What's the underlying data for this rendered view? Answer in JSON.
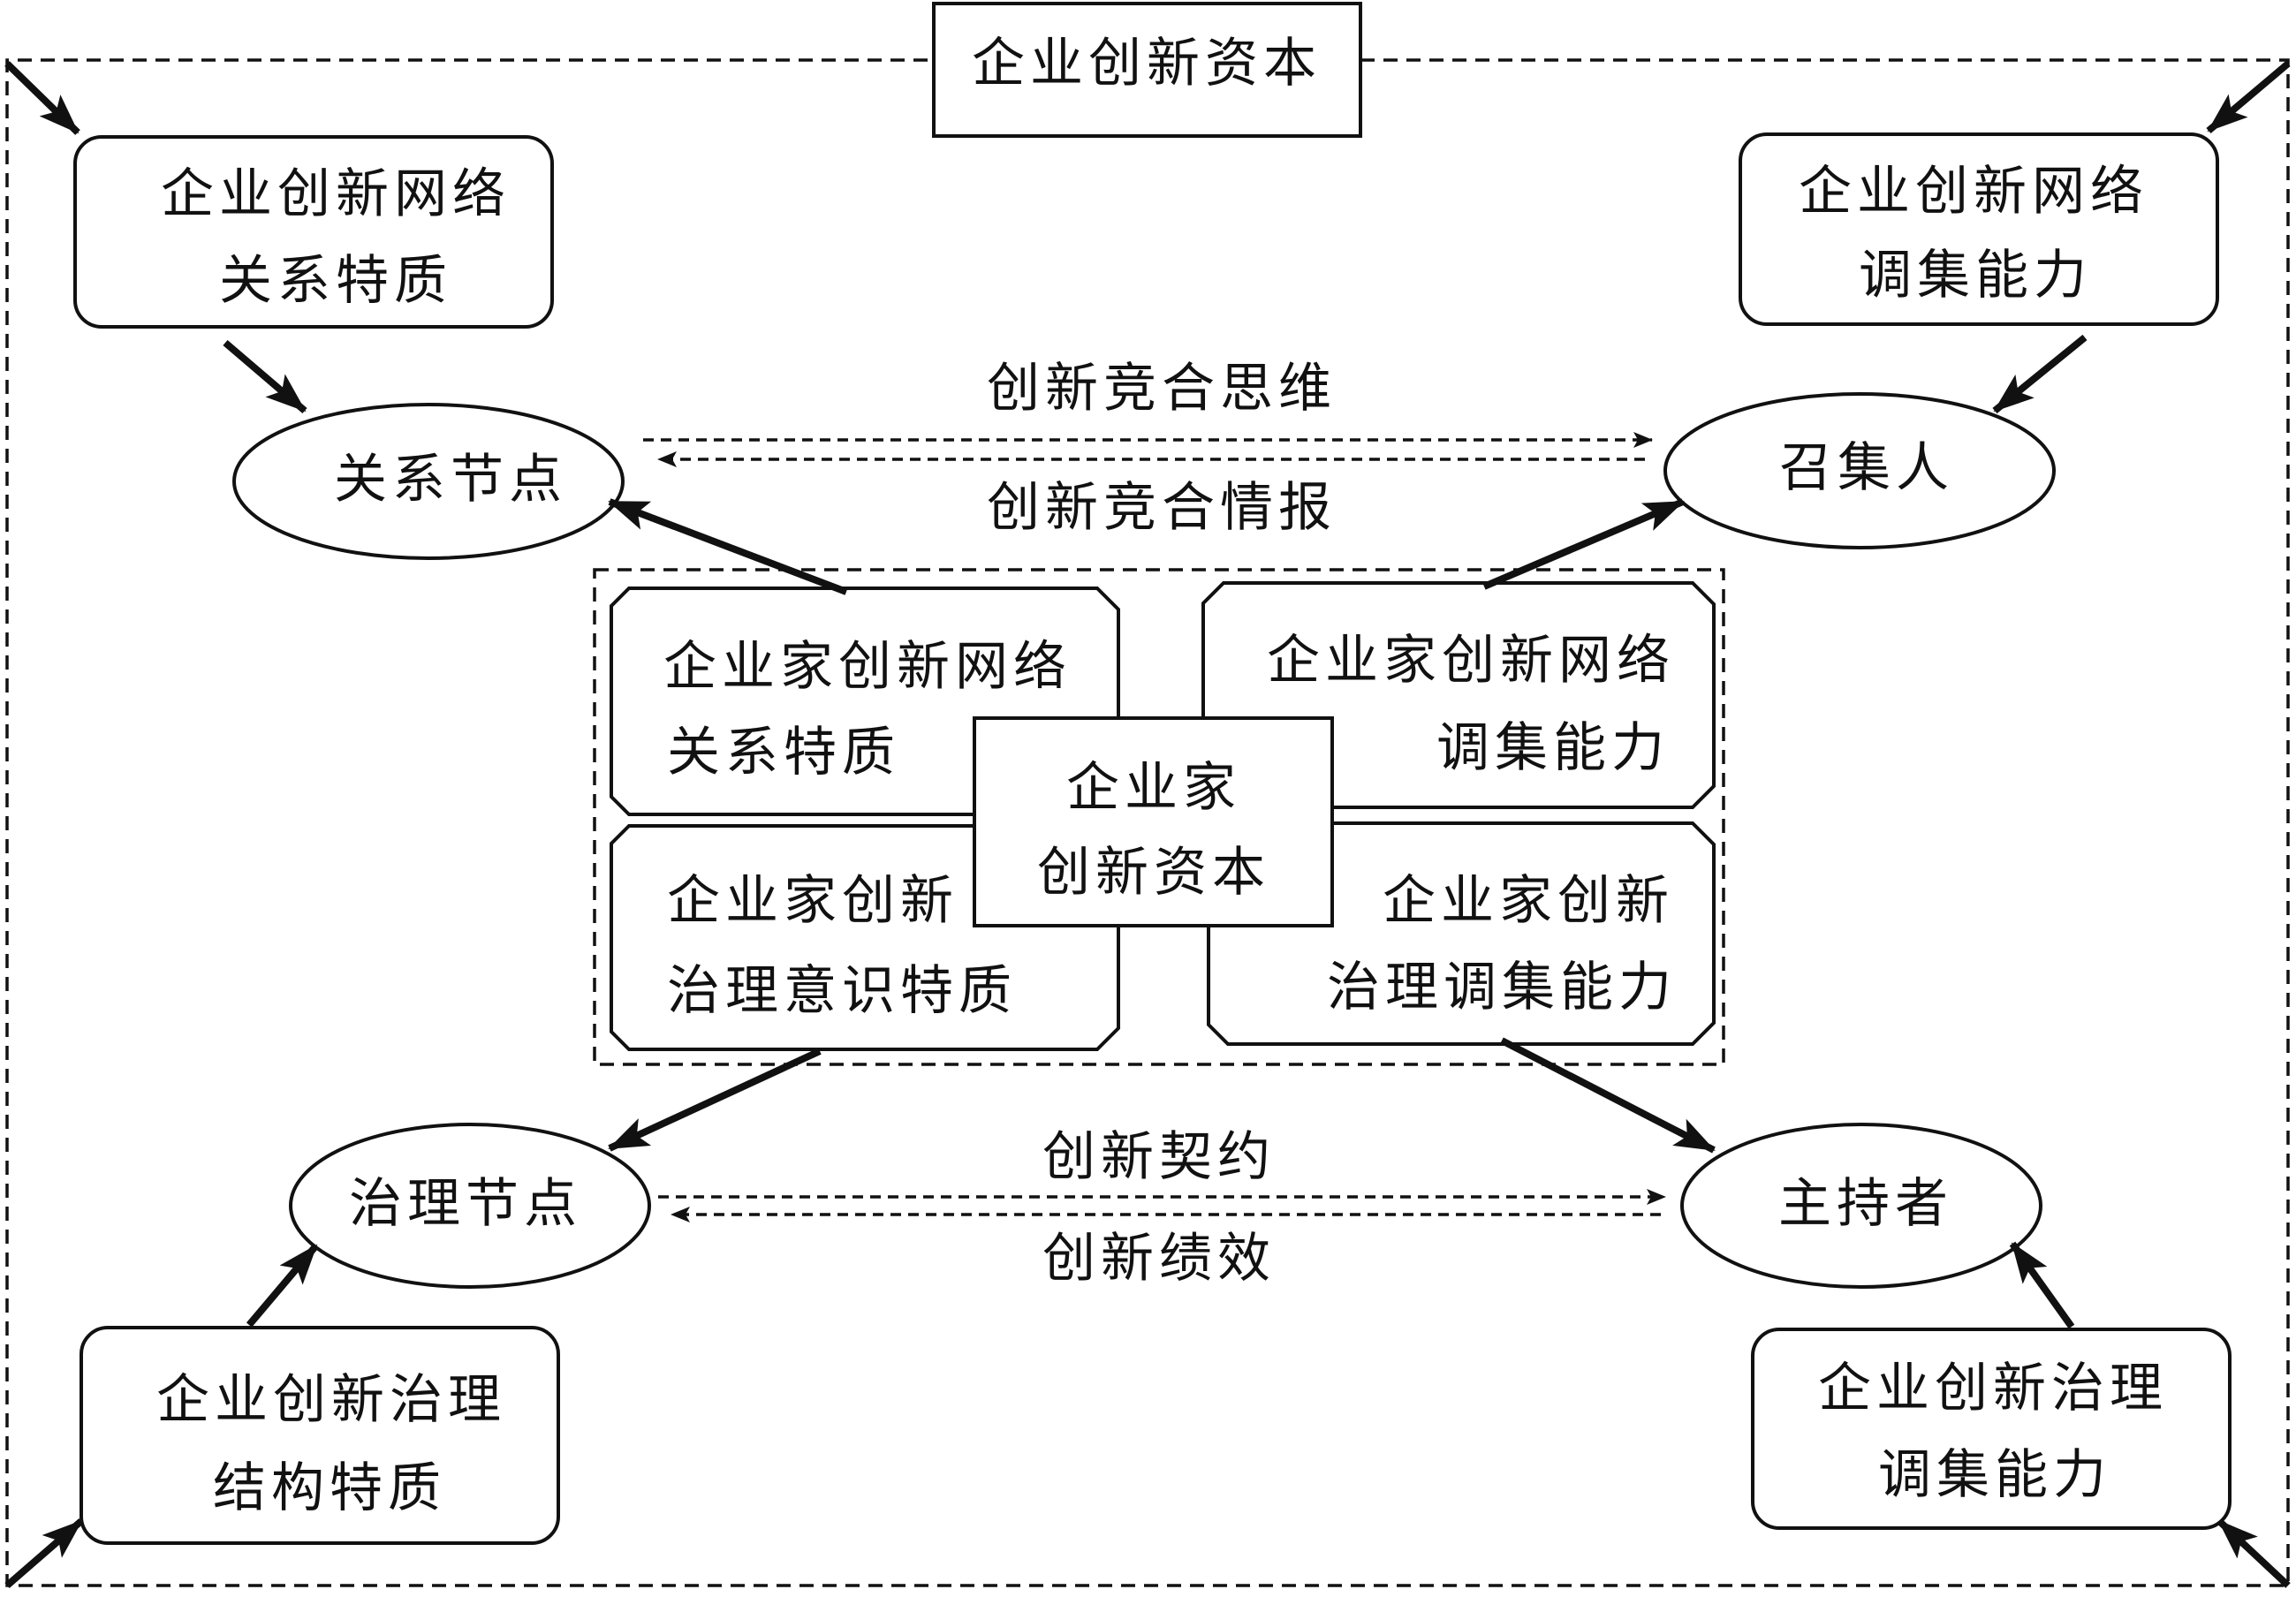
{
  "diagram": {
    "outer_title": "企业创新资本",
    "top_left_box": {
      "line1": "企业创新网络",
      "line2": "关系特质"
    },
    "top_right_box": {
      "line1": "企业创新网络",
      "line2": "调集能力"
    },
    "bottom_left_box": {
      "line1": "企业创新治理",
      "line2": "结构特质"
    },
    "bottom_right_box": {
      "line1": "企业创新治理",
      "line2": "调集能力"
    },
    "node_relation": "关系节点",
    "node_convener": "召集人",
    "node_governance": "治理节点",
    "node_host": "主持者",
    "top_link_upper": "创新竞合思维",
    "top_link_lower": "创新竞合情报",
    "bottom_link_upper": "创新契约",
    "bottom_link_lower": "创新绩效",
    "inner_tl": {
      "line1": "企业家创新网络",
      "line2": "关系特质"
    },
    "inner_tr": {
      "line1": "企业家创新网络",
      "line2": "调集能力"
    },
    "inner_bl": {
      "line1": "企业家创新",
      "line2": "治理意识特质"
    },
    "inner_br": {
      "line1": "企业家创新",
      "line2": "治理调集能力"
    },
    "center": {
      "line1": "企业家",
      "line2": "创新资本"
    }
  }
}
